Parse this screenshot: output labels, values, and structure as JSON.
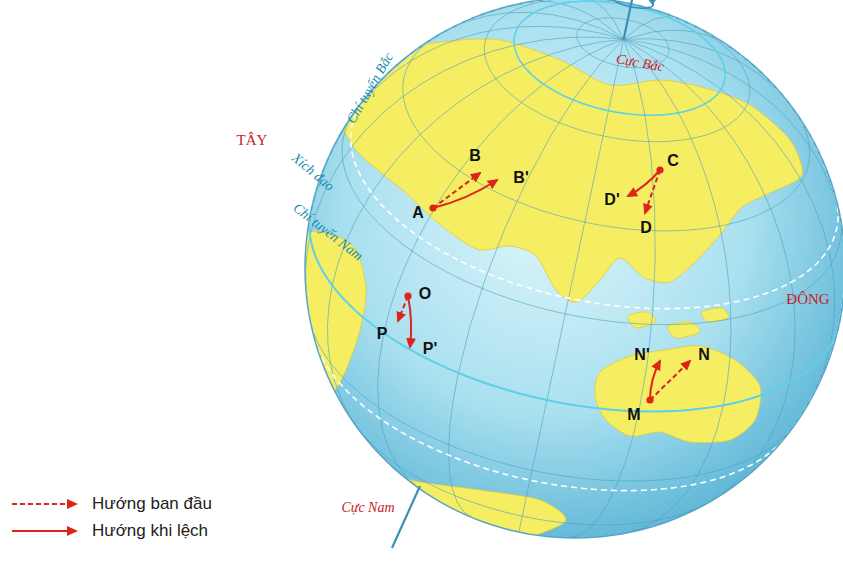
{
  "diagram": {
    "labels": [
      "TÂY",
      "Chí tuyến Bắc",
      "Xích đạo",
      "Chí tuyến Nam",
      "Cực Bắc",
      "B",
      "B'",
      "A",
      "C",
      "D'",
      "D",
      "O",
      "P",
      "P'",
      "ĐÔNG",
      "N'",
      "N",
      "M",
      "Cực Nam"
    ],
    "legend": [
      {
        "text": "Hướng ban đầu"
      },
      {
        "text": "Hướng khi lệch"
      }
    ]
  }
}
